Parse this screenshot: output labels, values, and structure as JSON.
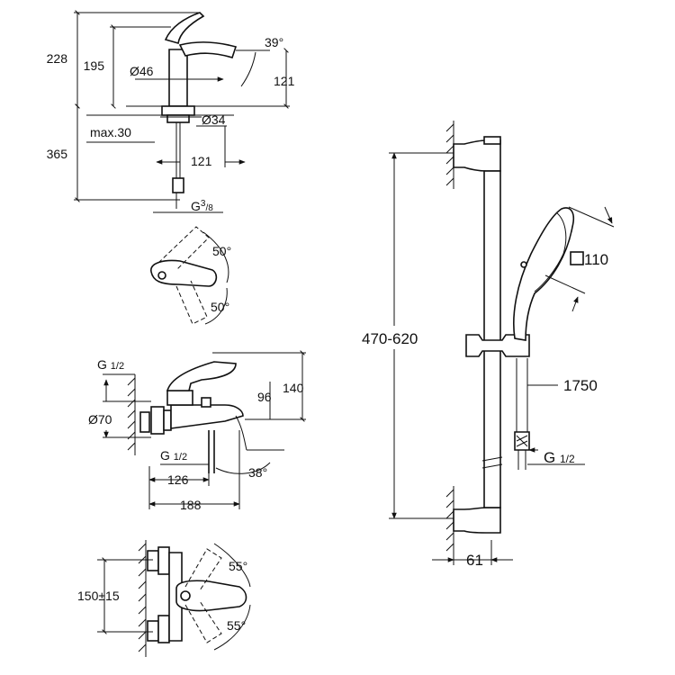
{
  "basin_mixer": {
    "dim_total_height": "228",
    "dim_spout_height": "195",
    "dim_body_diameter": "Ø46",
    "dim_spout_angle": "39°",
    "dim_spout_clearance": "121",
    "dim_mount_diameter": "Ø34",
    "dim_max_thickness": "max.30",
    "dim_hose_length": "365",
    "dim_spout_reach": "121",
    "dim_connection": "G",
    "dim_connection_sup": "3",
    "dim_connection_sub": "/8"
  },
  "lever_top_view": {
    "angle_upper": "50°",
    "angle_lower": "50°"
  },
  "bath_mixer_side": {
    "dim_inlet_thread": "G",
    "dim_inlet_thread_frac": "1/2",
    "dim_rosette": "Ø70",
    "dim_outlet_thread": "G",
    "dim_outlet_thread_frac": "1/2",
    "dim_outlet_height": "96",
    "dim_total_height": "140",
    "dim_spout_reach": "126",
    "dim_total_depth": "188",
    "dim_spout_angle": "38°"
  },
  "bath_mixer_top": {
    "dim_centres": "150±15",
    "angle_upper": "55°",
    "angle_lower": "55°"
  },
  "shower_rail": {
    "dim_rail_length": "470-620",
    "dim_head_size": "110",
    "dim_hose_length": "1750",
    "dim_hose_thread": "G",
    "dim_hose_thread_frac": "1/2",
    "dim_wall_distance": "61"
  }
}
